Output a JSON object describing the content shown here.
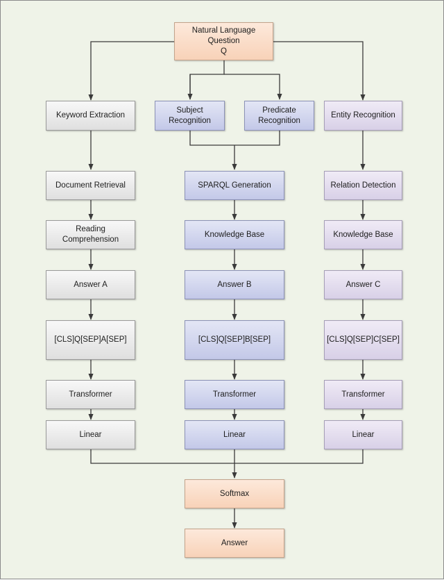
{
  "nodes": {
    "question": "Natural Language Question\nQ",
    "keyword_extraction": "Keyword Extraction",
    "subject_recognition": "Subject\nRecognition",
    "predicate_recognition": "Predicate\nRecognition",
    "entity_recognition": "Entity Recognition",
    "document_retrieval": "Document Retrieval",
    "sparql_generation": "SPARQL Generation",
    "relation_detection": "Relation Detection",
    "reading_comprehension": "Reading Comprehension",
    "knowledge_base_b": "Knowledge Base",
    "knowledge_base_c": "Knowledge Base",
    "answer_a": "Answer A",
    "answer_b": "Answer B",
    "answer_c": "Answer C",
    "input_a": "[CLS]Q[SEP]A[SEP]",
    "input_b": "[CLS]Q[SEP]B[SEP]",
    "input_c": "[CLS]Q[SEP]C[SEP]",
    "transformer_a": "Transformer",
    "transformer_b": "Transformer",
    "transformer_c": "Transformer",
    "linear_a": "Linear",
    "linear_b": "Linear",
    "linear_c": "Linear",
    "softmax": "Softmax",
    "answer": "Answer"
  },
  "colors": {
    "gray_column": "#e8e8e8",
    "blue_column": "#cfd3ec",
    "purple_column": "#e2dcee",
    "orange_nodes": "#f9dcc7",
    "background": "#eff3e8",
    "connector": "#3a3a3a"
  }
}
